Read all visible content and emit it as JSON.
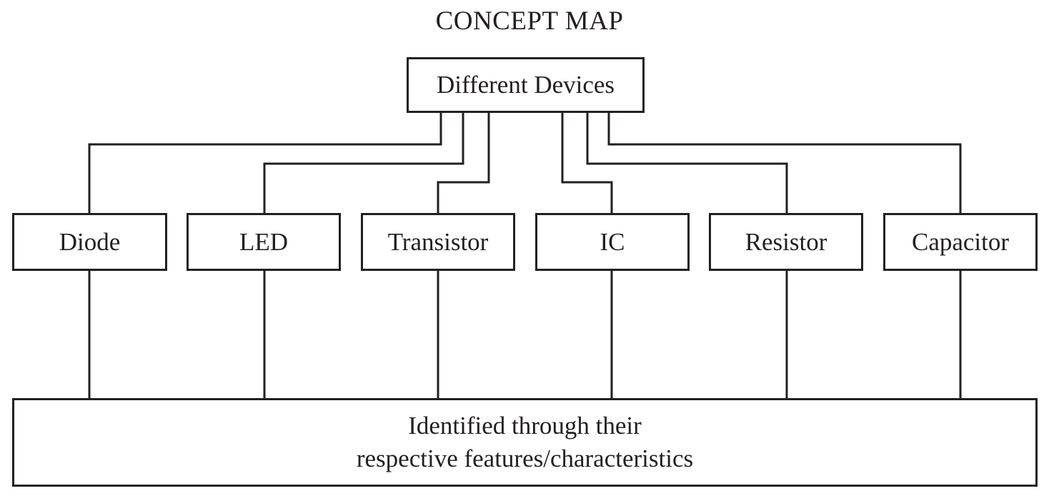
{
  "title": "CONCEPT MAP",
  "root": {
    "label": "Different Devices"
  },
  "devices": [
    {
      "label": "Diode"
    },
    {
      "label": "LED"
    },
    {
      "label": "Transistor"
    },
    {
      "label": "IC"
    },
    {
      "label": "Resistor"
    },
    {
      "label": "Capacitor"
    }
  ],
  "summary": {
    "line1": "Identified through their",
    "line2": "respective features/characteristics"
  },
  "colors": {
    "stroke": "#231f20",
    "background": "#ffffff"
  }
}
